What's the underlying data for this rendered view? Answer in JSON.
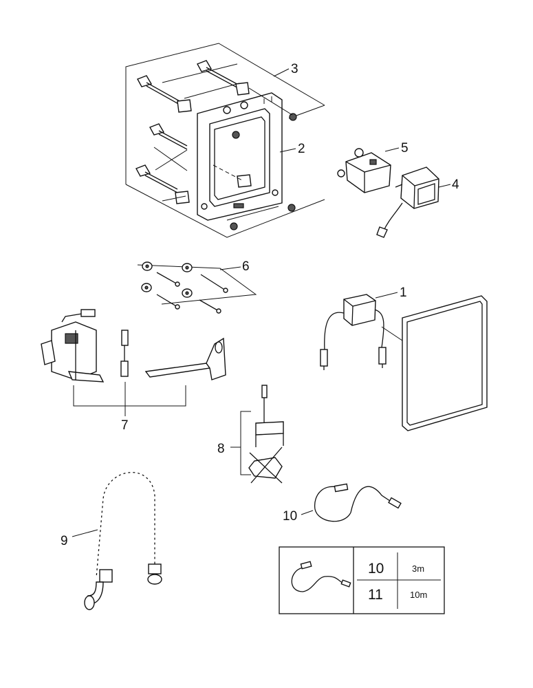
{
  "callouts": {
    "c1": "1",
    "c2": "2",
    "c3": "3",
    "c4": "4",
    "c5": "5",
    "c6": "6",
    "c7": "7",
    "c8": "8",
    "c9": "9",
    "c10": "10"
  },
  "table": {
    "rows": [
      {
        "number": "10",
        "length": "3m"
      },
      {
        "number": "11",
        "length": "10m"
      }
    ]
  }
}
